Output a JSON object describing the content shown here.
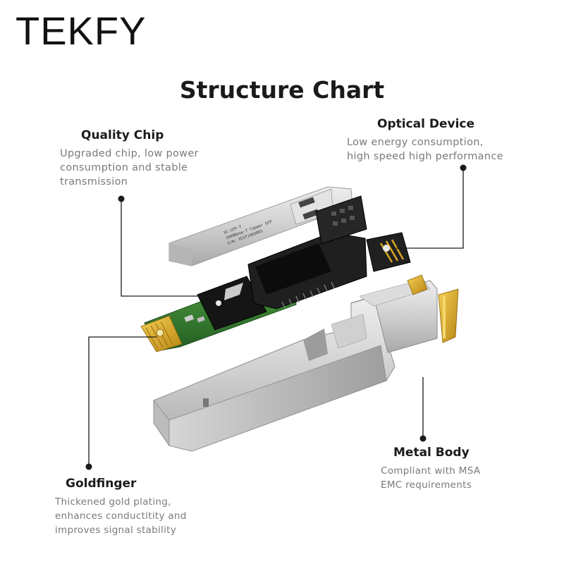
{
  "brand": "TEKFY",
  "title": "Structure Chart",
  "callouts": {
    "quality_chip": {
      "title": "Quality Chip",
      "lines": [
        "Upgraded chip, low power",
        "consumption and stable",
        "transmission"
      ]
    },
    "optical_device": {
      "title": "Optical Device",
      "lines": [
        "Low energy consumption,",
        "high speed high performance"
      ]
    },
    "metal_body": {
      "title": "Metal Body",
      "lines": [
        "Compliant with MSA",
        "EMC requirements"
      ]
    },
    "goldfinger": {
      "title": "Goldfinger",
      "lines": [
        "Thickened gold plating,",
        "enhances conductitity and",
        "improves signal stability"
      ]
    }
  },
  "label_text": [
    "XC-SFP-T",
    "1000Base-T Copper SFP",
    "S/N: XCGT1903001"
  ],
  "colors": {
    "pcb_green": "#2f7d32",
    "gold": "#d9a521",
    "metal": "#c9c9c9",
    "housing": "#1c1c1c",
    "leader_line": "#1a1a1a"
  }
}
